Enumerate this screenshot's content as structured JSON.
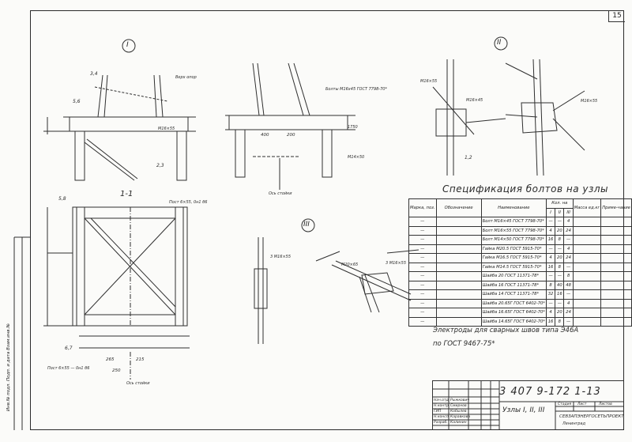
{
  "page_number": "15",
  "spec": {
    "title": "Спецификация болтов на узлы",
    "headers": {
      "mark": "Марка, поз.",
      "designation": "Обозначение",
      "name": "Наименование",
      "qty": "Кол. на",
      "qty_cols": [
        "I",
        "II",
        "III"
      ],
      "mass": "Масса ед.кг",
      "note": "Приме-чание"
    },
    "rows": [
      {
        "mark": "—",
        "name": "Болт М16×45 ГОСТ 7798-70*",
        "q1": "—",
        "q2": "—",
        "q3": "4"
      },
      {
        "mark": "—",
        "name": "Болт М16×55 ГОСТ 7798-70*",
        "q1": "4",
        "q2": "20",
        "q3": "24"
      },
      {
        "mark": "—",
        "name": "Болт М14×50 ГОСТ 7798-70*",
        "q1": "16",
        "q2": "8",
        "q3": "—"
      },
      {
        "mark": "—",
        "name": "Гайка М20.5 ГОСТ 5915-70*",
        "q1": "—",
        "q2": "—",
        "q3": "4"
      },
      {
        "mark": "—",
        "name": "Гайка М16.5 ГОСТ 5915-70*",
        "q1": "4",
        "q2": "20",
        "q3": "24"
      },
      {
        "mark": "—",
        "name": "Гайка М14.5 ГОСТ 5915-70*",
        "q1": "16",
        "q2": "8",
        "q3": "—"
      },
      {
        "mark": "—",
        "name": "Шайба 20 ГОСТ 11371-78*",
        "q1": "—",
        "q2": "—",
        "q3": "8"
      },
      {
        "mark": "—",
        "name": "Шайба 16 ГОСТ 11371-78*",
        "q1": "8",
        "q2": "40",
        "q3": "48"
      },
      {
        "mark": "—",
        "name": "Шайба 14 ГОСТ 11371-78*",
        "q1": "32",
        "q2": "16",
        "q3": "—"
      },
      {
        "mark": "—",
        "name": "Шайба 20.65Г ГОСТ 6402-70*",
        "q1": "—",
        "q2": "—",
        "q3": "4"
      },
      {
        "mark": "—",
        "name": "Шайба 16.65Г ГОСТ 6402-70*",
        "q1": "4",
        "q2": "20",
        "q3": "24"
      },
      {
        "mark": "—",
        "name": "Шайба 14.65Г ГОСТ 6402-70*",
        "q1": "16",
        "q2": "8",
        "q3": "—"
      }
    ]
  },
  "notes": {
    "line1": "Электроды для сварных швов типа Э46А",
    "line2": "по ГОСТ 9467-75*"
  },
  "drawing_labels": {
    "node1": "I",
    "node2": "II",
    "node3": "III",
    "section": "1-1",
    "bolts_m16x55": "М16×55",
    "bolts_m14x50": "М14×50",
    "bolts_m16x45": "М16×45",
    "bolts_m20x65": "М20×65",
    "bolts_3m16x55": "3 М16×55",
    "pos_5_6": "5,6",
    "pos_2_3": "2,3",
    "pos_6_7": "6,7",
    "pos_1_2": "1,2",
    "pos_3_4": "3,4",
    "pos_5_8": "5,8",
    "dim_400": "400",
    "dim_200": "200",
    "dim_250": "250",
    "dim_265": "265",
    "dim_215": "215",
    "dim_1750": "1750",
    "axis_rack": "Ось стойки",
    "gusset_note": "Болты М16х45 ГОСТ 7798-70*",
    "plate_1": "Пост 6×55, 0н1 б6",
    "plate_2": "Пост 6×55 — 0н1 б6",
    "post_height": "Верх опор"
  },
  "stamp": {
    "code": "3 407 9-172 1-13",
    "title": "Узлы I, II, III",
    "stage_label": "Стадия",
    "sheet_label": "Лист",
    "sheets_label": "Листов",
    "org": "СЕВЗАПЭНЕРГОСЕТЬПРОЕКТ",
    "city": "Ленинград",
    "roles": [
      "Нач.отд.",
      "Н.контр.",
      "ГИП",
      "Н.консп.",
      "Разраб."
    ],
    "names": [
      "Рыжкович",
      "Смирнов",
      "Кобылев",
      "Каравкова",
      "Калинин"
    ]
  },
  "side_stamp": "Инв.№ подл.  Подп. и дата  Взам.инв.№"
}
